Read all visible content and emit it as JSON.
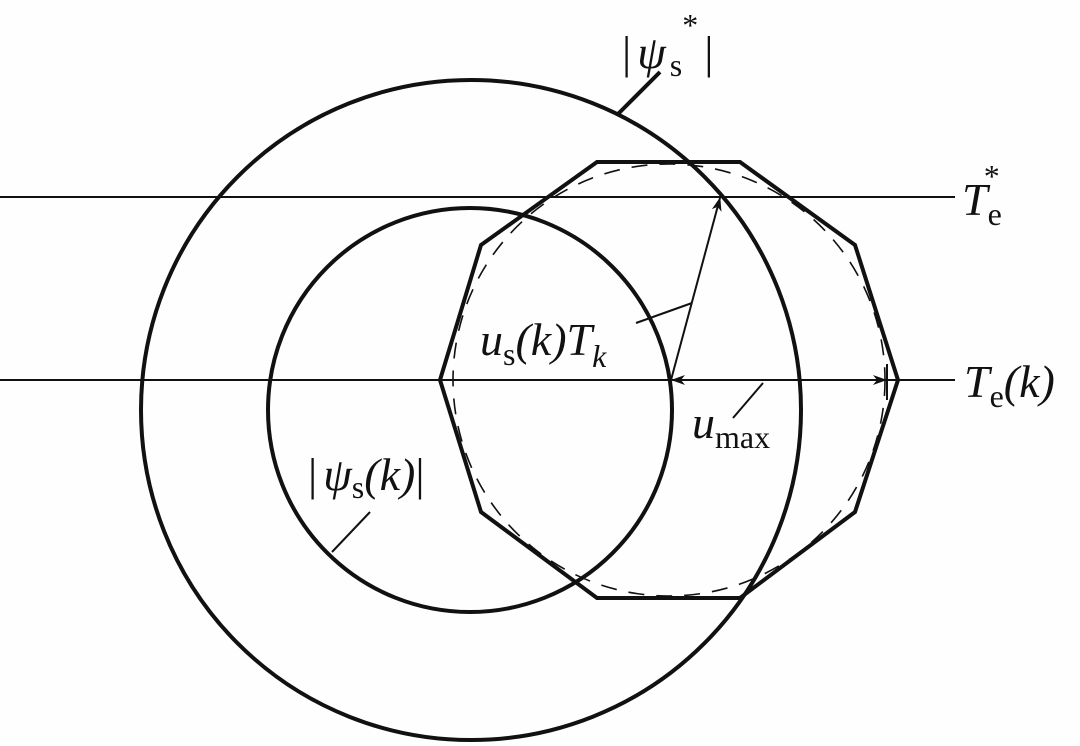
{
  "diagram": {
    "labels": {
      "psi_ref": {
        "bar_l": "|",
        "sym": "ψ",
        "sub": "s",
        "sup": "*",
        "bar_r": "|"
      },
      "psi_k": {
        "bar_l": "|",
        "sym": "ψ",
        "sub": "s",
        "arg": "(k)",
        "bar_r": "|"
      },
      "te_ref": {
        "sym": "T",
        "sub": "e",
        "sup": "*"
      },
      "te_k": {
        "sym": "T",
        "sub": "e",
        "arg": "(k)"
      },
      "us_tk": {
        "sym": "u",
        "sub": "s",
        "arg": "(k)",
        "sym2": "T",
        "sub2": "k"
      },
      "umax": {
        "sym": "u",
        "sub": "max"
      }
    },
    "colors": {
      "stroke": "#111111",
      "background": "#fefefe"
    }
  }
}
